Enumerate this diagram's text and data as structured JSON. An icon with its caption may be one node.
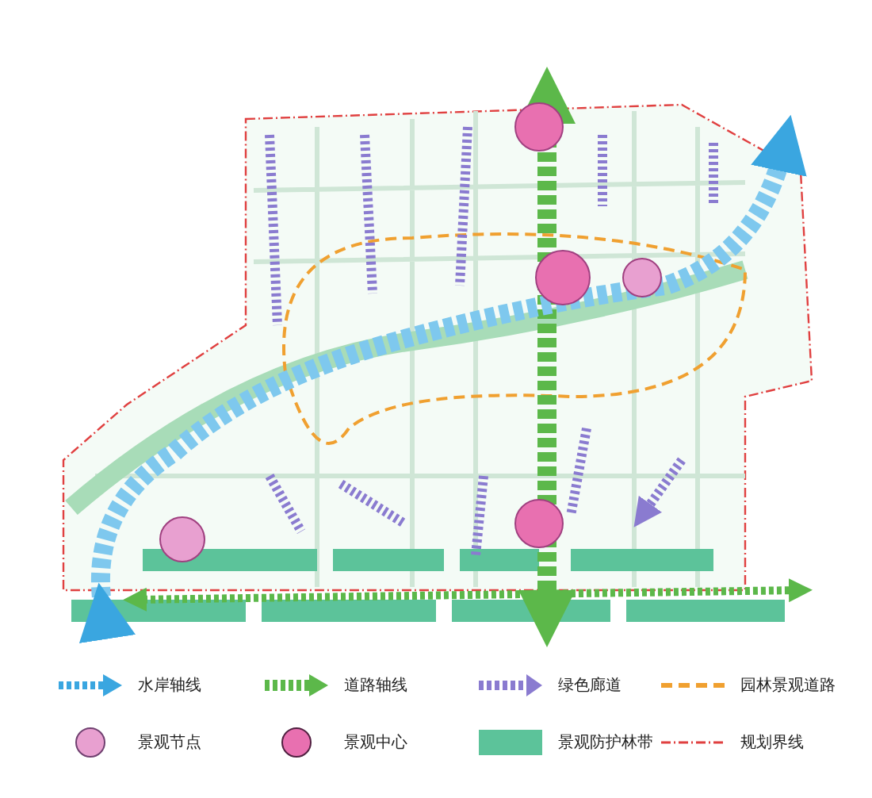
{
  "diagram": {
    "legend": [
      {
        "text": "水岸轴线"
      },
      {
        "text": "道路轴线"
      },
      {
        "text": "绿色廊道"
      },
      {
        "text": "园林景观道路"
      },
      {
        "text": "景观节点"
      },
      {
        "text": "景观中心"
      },
      {
        "text": "景观防护林带",
        "color": "#5cc39a"
      },
      {
        "text": "规划界线"
      }
    ]
  }
}
